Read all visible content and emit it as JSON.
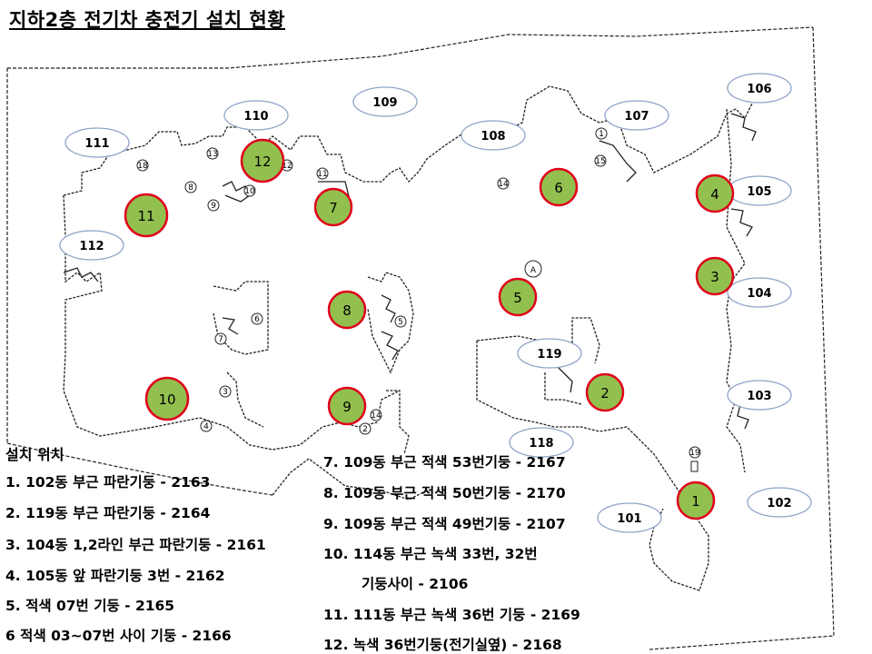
{
  "title": "지하2층 전기차 충전기 설치 현황",
  "colors": {
    "charger_fill": "#92c04f",
    "charger_ring": "#e0001b",
    "building_ring": "#8fa3c7",
    "wall": "#222222"
  },
  "buildings": [
    "106",
    "105",
    "104",
    "103",
    "102",
    "101",
    "118",
    "119",
    "107",
    "108",
    "109",
    "110",
    "111",
    "112"
  ],
  "chargers": [
    "1",
    "2",
    "3",
    "4",
    "5",
    "6",
    "7",
    "8",
    "9",
    "10",
    "11",
    "12"
  ],
  "small_markers": [
    "A",
    "1",
    "2",
    "3",
    "4",
    "5",
    "6",
    "7",
    "8",
    "9",
    "10",
    "11",
    "12",
    "13",
    "14",
    "14",
    "15",
    "18",
    "19"
  ],
  "legend": {
    "heading": "설치 위치",
    "items": [
      "1.  102동 부근 파란기둥 - 2163",
      "2.  119동 부근 파란기둥 - 2164",
      "3.  104동 1,2라인 부근 파란기둥 - 2161",
      "4.  105동 앞 파란기둥 3번 - 2162",
      "5.  적색 07번 기둥 - 2165",
      "6  적색 03~07번 사이 기둥 - 2166",
      "7.  109동 부근 적색 53번기둥 - 2167",
      "8.  109동 부근 적색 50번기둥 - 2170",
      "9.  109동 부근 적색 49번기둥 - 2107",
      "10. 114동 부근 녹색 33번, 32번",
      "기둥사이 - 2106",
      "11. 111동 부근 녹색 36번 기둥 - 2169",
      "12. 녹색 36번기둥(전기실옆) - 2168"
    ]
  }
}
